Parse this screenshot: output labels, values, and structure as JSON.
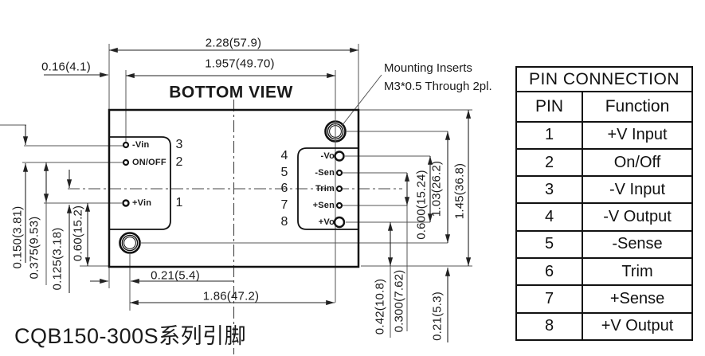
{
  "title": "CQB150-300S系列引脚",
  "drawing": {
    "view_label": "BOTTOM VIEW",
    "mounting_note": [
      "Mounting Inserts",
      "M3*0.5 Through 2pl."
    ],
    "left_pins": [
      {
        "num": "3",
        "label": "-Vin"
      },
      {
        "num": "2",
        "label": "ON/OFF"
      },
      {
        "num": "1",
        "label": "+Vin"
      }
    ],
    "right_pins": [
      {
        "num": "4",
        "label": "-Vo"
      },
      {
        "num": "5",
        "label": "-Sen"
      },
      {
        "num": "6",
        "label": "Trim"
      },
      {
        "num": "7",
        "label": "+Sen"
      },
      {
        "num": "8",
        "label": "+Vo"
      }
    ],
    "dims": {
      "overall_width": "2.28(57.9)",
      "pin_span": "1.957(49.70)",
      "edge_to_pin": "0.16(4.1)",
      "pin3_to_pin2": "0.150(3.81)",
      "pin2_to_pin1": "0.375(9.53)",
      "center_to_pin1": "0.125(3.18)",
      "pin1_to_bottom": "0.60(15.2)",
      "edge_to_insert": "0.21(5.4)",
      "insert_span_h": "1.86(47.2)",
      "sense_span": "0.300(7.62)",
      "output_span": "0.600(15.24)",
      "insert_span_v": "1.03(26.2)",
      "overall_height": "1.45(36.8)",
      "output_to_bottom": "0.42(10.8)",
      "insert_to_bottom": "0.21(5.3)"
    }
  },
  "table": {
    "title": "PIN CONNECTION",
    "headers": [
      "PIN",
      "Function"
    ],
    "rows": [
      {
        "pin": "1",
        "function": "+V Input"
      },
      {
        "pin": "2",
        "function": "On/Off"
      },
      {
        "pin": "3",
        "function": "-V Input"
      },
      {
        "pin": "4",
        "function": "-V Output"
      },
      {
        "pin": "5",
        "function": "-Sense"
      },
      {
        "pin": "6",
        "function": "Trim"
      },
      {
        "pin": "7",
        "function": "+Sense"
      },
      {
        "pin": "8",
        "function": "+V Output"
      }
    ]
  }
}
